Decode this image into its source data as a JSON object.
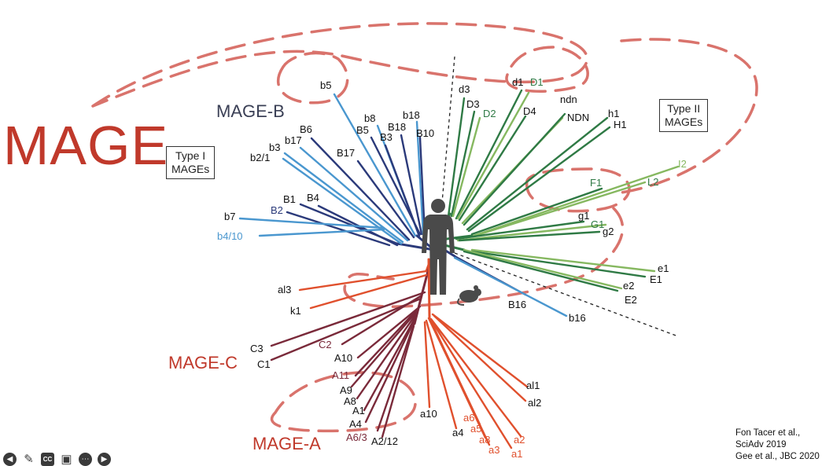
{
  "main_title": "MAGE",
  "families": {
    "mage_b": "MAGE-B",
    "mage_c": "MAGE-C",
    "mage_a": "MAGE-A"
  },
  "boxes": {
    "type1": [
      "Type I",
      "MAGEs"
    ],
    "type2": [
      "Type II",
      "MAGEs"
    ]
  },
  "citation": [
    "Fon Tacer et al.,",
    "SciAdv 2019",
    "Gee et al., JBC 2020"
  ],
  "colors": {
    "title": "#c0392b",
    "navy": "#2b3a7a",
    "light_blue": "#4a97cf",
    "dark_green": "#2f7a45",
    "light_green": "#86b860",
    "orange": "#e0502d",
    "maroon": "#7a2a3a",
    "dashed_loop": "#d9736c"
  },
  "toolbar_icons": [
    "arrow-left-icon",
    "pencil-icon",
    "cc-icon",
    "video-off-icon",
    "more-icon",
    "arrow-right-icon"
  ],
  "tree": {
    "leaves": [
      {
        "label": "b5",
        "color": "#4a97cf",
        "label_color": "#111"
      },
      {
        "label": "b8",
        "color": "#4a97cf",
        "label_color": "#111"
      },
      {
        "label": "B5",
        "color": "#2b3a7a",
        "label_color": "#111"
      },
      {
        "label": "B18",
        "color": "#2b3a7a",
        "label_color": "#111"
      },
      {
        "label": "b18",
        "color": "#4a97cf",
        "label_color": "#111"
      },
      {
        "label": "B3",
        "color": "#2b3a7a",
        "label_color": "#111"
      },
      {
        "label": "B10",
        "color": "#2b3a7a",
        "label_color": "#111"
      },
      {
        "label": "B6",
        "color": "#2b3a7a",
        "label_color": "#111"
      },
      {
        "label": "b17",
        "color": "#4a97cf",
        "label_color": "#111"
      },
      {
        "label": "B17",
        "color": "#2b3a7a",
        "label_color": "#111"
      },
      {
        "label": "b3",
        "color": "#4a97cf",
        "label_color": "#111"
      },
      {
        "label": "b2/1",
        "color": "#4a97cf",
        "label_color": "#111"
      },
      {
        "label": "B1",
        "color": "#2b3a7a",
        "label_color": "#111"
      },
      {
        "label": "B4",
        "color": "#2b3a7a",
        "label_color": "#111"
      },
      {
        "label": "B2",
        "color": "#2b3a7a",
        "label_color": "#2b3a7a"
      },
      {
        "label": "b7",
        "color": "#4a97cf",
        "label_color": "#111"
      },
      {
        "label": "b4/10",
        "color": "#4a97cf",
        "label_color": "#4a97cf"
      },
      {
        "label": "d3",
        "color": "#2f7a45",
        "label_color": "#111"
      },
      {
        "label": "D3",
        "color": "#2f7a45",
        "label_color": "#111"
      },
      {
        "label": "D2",
        "color": "#86b860",
        "label_color": "#2f7a45"
      },
      {
        "label": "d1",
        "color": "#2f7a45",
        "label_color": "#111"
      },
      {
        "label": "D1",
        "color": "#86b860",
        "label_color": "#2f7a45"
      },
      {
        "label": "D4",
        "color": "#2f7a45",
        "label_color": "#111"
      },
      {
        "label": "ndn",
        "color": "#86b860",
        "label_color": "#111"
      },
      {
        "label": "NDN",
        "color": "#2f7a45",
        "label_color": "#111"
      },
      {
        "label": "h1",
        "color": "#2f7a45",
        "label_color": "#111"
      },
      {
        "label": "H1",
        "color": "#2f7a45",
        "label_color": "#111"
      },
      {
        "label": "I2",
        "color": "#86b860",
        "label_color": "#86b860"
      },
      {
        "label": "F1",
        "color": "#2f7a45",
        "label_color": "#2f7a45"
      },
      {
        "label": "L2",
        "color": "#86b860",
        "label_color": "#2f7a45"
      },
      {
        "label": "g1",
        "color": "#2f7a45",
        "label_color": "#111"
      },
      {
        "label": "G1",
        "color": "#86b860",
        "label_color": "#2f7a45"
      },
      {
        "label": "g2",
        "color": "#2f7a45",
        "label_color": "#111"
      },
      {
        "label": "e1",
        "color": "#86b860",
        "label_color": "#111"
      },
      {
        "label": "E1",
        "color": "#2f7a45",
        "label_color": "#111"
      },
      {
        "label": "e2",
        "color": "#86b860",
        "label_color": "#111"
      },
      {
        "label": "E2",
        "color": "#2f7a45",
        "label_color": "#111"
      },
      {
        "label": "B16",
        "color": "#2b3a7a",
        "label_color": "#111"
      },
      {
        "label": "b16",
        "color": "#4a97cf",
        "label_color": "#111"
      },
      {
        "label": "al3",
        "color": "#e0502d",
        "label_color": "#111"
      },
      {
        "label": "k1",
        "color": "#e0502d",
        "label_color": "#111"
      },
      {
        "label": "C3",
        "color": "#7a2a3a",
        "label_color": "#111"
      },
      {
        "label": "C2",
        "color": "#7a2a3a",
        "label_color": "#7a2a3a"
      },
      {
        "label": "C1",
        "color": "#7a2a3a",
        "label_color": "#111"
      },
      {
        "label": "A10",
        "color": "#7a2a3a",
        "label_color": "#111"
      },
      {
        "label": "A11",
        "color": "#7a2a3a",
        "label_color": "#7a2a3a"
      },
      {
        "label": "A9",
        "color": "#7a2a3a",
        "label_color": "#111"
      },
      {
        "label": "A8",
        "color": "#7a2a3a",
        "label_color": "#111"
      },
      {
        "label": "A1",
        "color": "#7a2a3a",
        "label_color": "#111"
      },
      {
        "label": "A4",
        "color": "#7a2a3a",
        "label_color": "#111"
      },
      {
        "label": "A6/3",
        "color": "#7a2a3a",
        "label_color": "#7a2a3a"
      },
      {
        "label": "A2/12",
        "color": "#7a2a3a",
        "label_color": "#111"
      },
      {
        "label": "a10",
        "color": "#e0502d",
        "label_color": "#111"
      },
      {
        "label": "a4",
        "color": "#e0502d",
        "label_color": "#111"
      },
      {
        "label": "a6",
        "color": "#e0502d",
        "label_color": "#e0502d"
      },
      {
        "label": "a5",
        "color": "#e0502d",
        "label_color": "#e0502d"
      },
      {
        "label": "a8",
        "color": "#e0502d",
        "label_color": "#e0502d"
      },
      {
        "label": "a3",
        "color": "#e0502d",
        "label_color": "#e0502d"
      },
      {
        "label": "a2",
        "color": "#e0502d",
        "label_color": "#e0502d"
      },
      {
        "label": "a1",
        "color": "#e0502d",
        "label_color": "#e0502d"
      },
      {
        "label": "al1",
        "color": "#e0502d",
        "label_color": "#111"
      },
      {
        "label": "al2",
        "color": "#e0502d",
        "label_color": "#111"
      }
    ]
  }
}
